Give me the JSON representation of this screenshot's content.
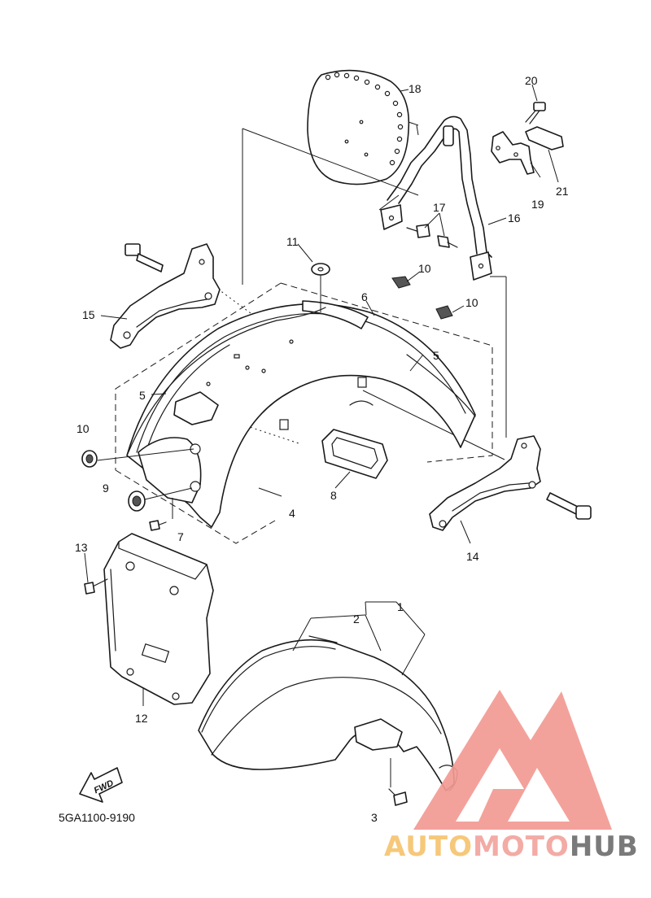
{
  "diagram_code": "5GA1100-9190",
  "fwd_label": "FWD",
  "callouts": {
    "c1": "1",
    "c2": "2",
    "c3": "3",
    "c4": "4",
    "c5a": "5",
    "c5b": "5",
    "c6": "6",
    "c7": "7",
    "c8": "8",
    "c9": "9",
    "c10a": "10",
    "c10b": "10",
    "c10c": "10",
    "c11": "11",
    "c12": "12",
    "c13": "13",
    "c14": "14",
    "c15": "15",
    "c16": "16",
    "c17": "17",
    "c18": "18",
    "c19": "19",
    "c20": "20",
    "c21": "21"
  },
  "watermark": {
    "part1": "AUTO",
    "part2": "MOTO",
    "part3": "HUB",
    "colors": {
      "auto": "#f6c46f",
      "moto": "#f3a49e",
      "hub": "#6f6f6f",
      "triangle": "#f29a93"
    }
  }
}
